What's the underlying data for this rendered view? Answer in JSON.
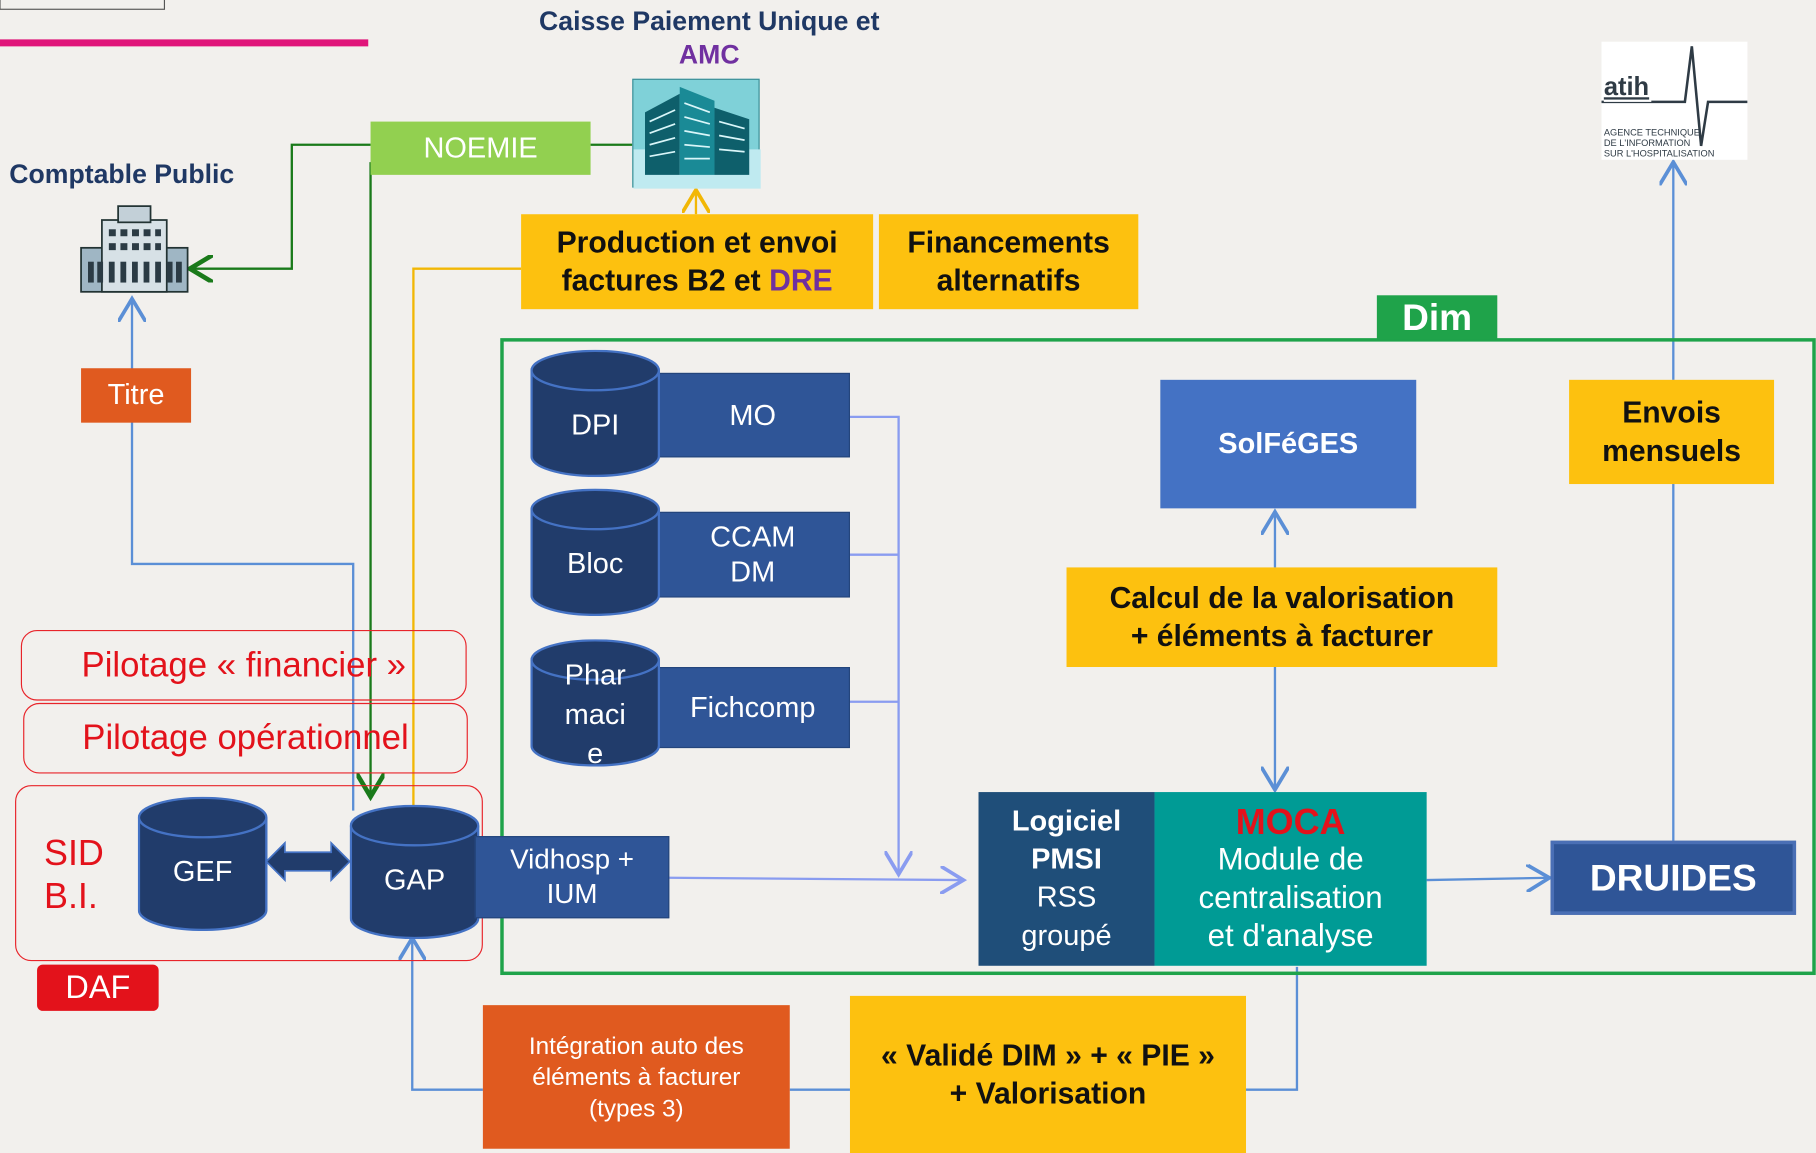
{
  "caisse": {
    "title_line1": "Caisse Paiement Unique et",
    "title_line2": "AMC"
  },
  "comptable_public": "Comptable Public",
  "noemie": "NOEMIE",
  "production": {
    "line1": "Production et envoi",
    "line2_prefix": "factures B2 et ",
    "line2_accent": "DRE"
  },
  "financements": {
    "line1": "Financements",
    "line2": "alternatifs"
  },
  "titre": "Titre",
  "atih": {
    "word": "atih",
    "line1": "AGENCE TECHNIQUE",
    "line2": "DE L'INFORMATION",
    "line3": "SUR L'HOSPITALISATION"
  },
  "dim_label": "Dim",
  "envois": {
    "line1": "Envois",
    "line2": "mensuels"
  },
  "dpi": "DPI",
  "mo": "MO",
  "bloc": "Bloc",
  "ccam": {
    "line1": "CCAM",
    "line2": "DM"
  },
  "pharmacie": {
    "line1": "Phar",
    "line2": "maci",
    "line3": "e"
  },
  "fichcomp": "Fichcomp",
  "solfeges": "SolFéGES",
  "calcul": {
    "line1": "Calcul de la valorisation",
    "line2": "+ éléments à facturer"
  },
  "pilotage_financier": "Pilotage « financier »",
  "pilotage_operationnel": "Pilotage opérationnel",
  "sid": {
    "line1": "SID",
    "line2": "B.I."
  },
  "gef": "GEF",
  "gap": "GAP",
  "vidhosp": {
    "line1": "Vidhosp +",
    "line2": "IUM"
  },
  "logiciel": {
    "line1": "Logiciel",
    "line2": "PMSI",
    "line3": "RSS",
    "line4": "groupé"
  },
  "moca": {
    "title": "MOCA",
    "line1": "Module de",
    "line2": "centralisation",
    "line3": "et d'analyse"
  },
  "druides": "DRUIDES",
  "daf": "DAF",
  "integration": {
    "line1": "Intégration auto des",
    "line2": "éléments à facturer",
    "line3": "(types 3)"
  },
  "valide": {
    "line1": "« Validé DIM » + « PIE »",
    "line2": "+ Valorisation"
  },
  "colors": {
    "yellow": "#fdc10f",
    "dark_blue": "#2f5597",
    "mid_blue": "#4472c4",
    "teal": "#009b95",
    "green": "#1fa34a",
    "orange": "#e05a1f",
    "red": "#e8242a",
    "lime": "#92d050",
    "purple": "#7030a0",
    "magenta": "#e0157a"
  }
}
